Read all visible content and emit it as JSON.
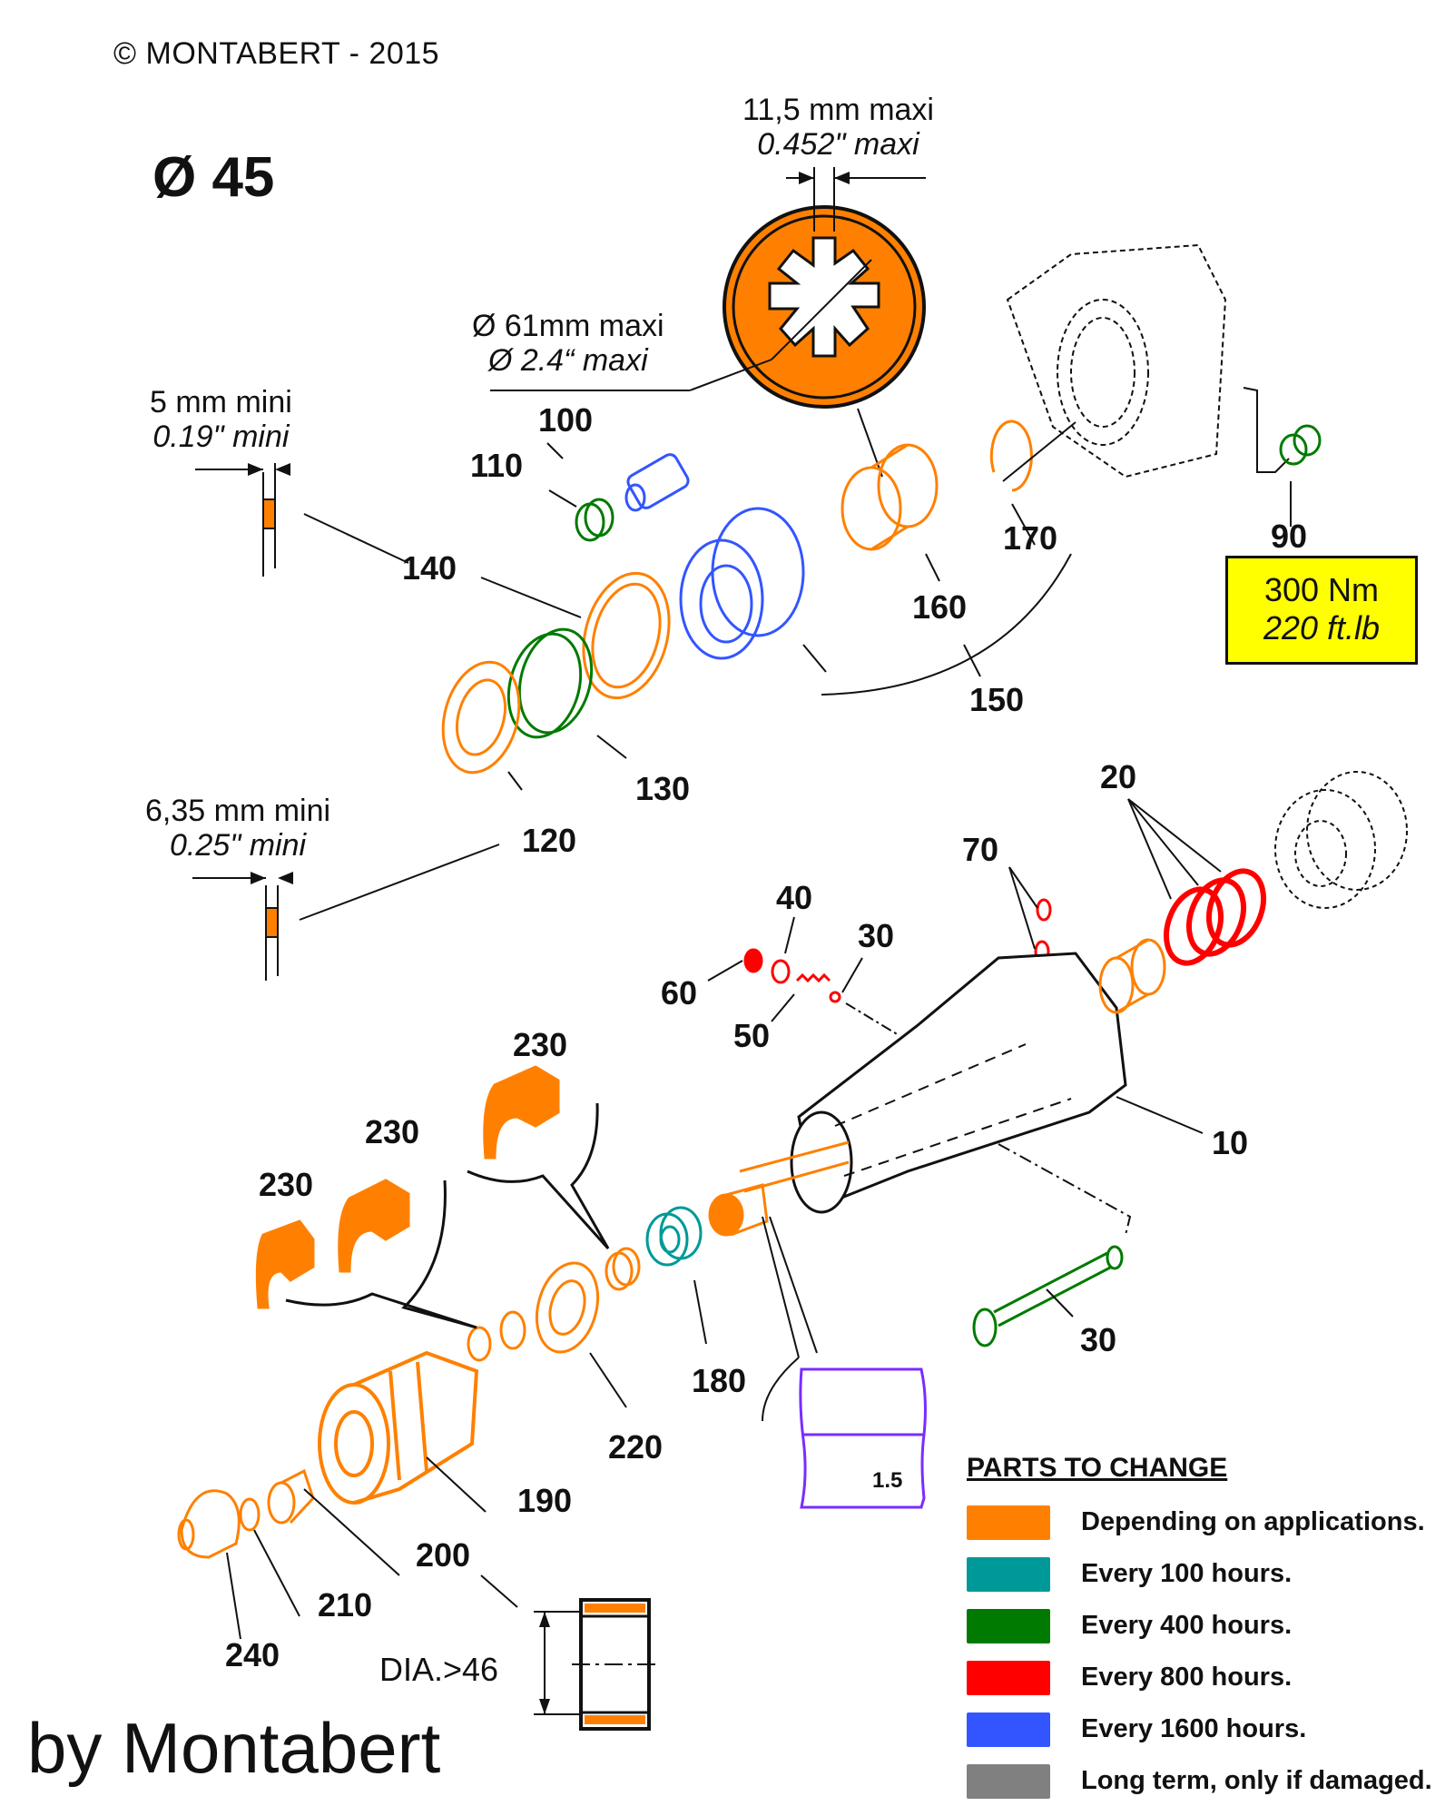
{
  "header": {
    "copyright": "© MONTABERT - 2015",
    "model": "Ø 45"
  },
  "dimensions": {
    "spline_width": {
      "metric": "11,5 mm maxi",
      "imperial": "0.452\" maxi"
    },
    "spline_diameter": {
      "metric": "Ø 61mm maxi",
      "imperial": "Ø 2.4“ maxi"
    },
    "washer_140": {
      "metric": "5 mm mini",
      "imperial": "0.19\" mini"
    },
    "washer_120": {
      "metric": "6,35 mm mini",
      "imperial": "0.25\" mini"
    },
    "bush_200": "DIA.>46",
    "gauge_value": "1.5"
  },
  "torque": {
    "part": "90",
    "metric": "300 Nm",
    "imperial": "220 ft.lb"
  },
  "part_numbers": {
    "p10": "10",
    "p20": "20",
    "p30a": "30",
    "p30b": "30",
    "p40": "40",
    "p50": "50",
    "p60": "60",
    "p70": "70",
    "p90": "90",
    "p100": "100",
    "p110": "110",
    "p120": "120",
    "p130": "130",
    "p140": "140",
    "p150": "150",
    "p160": "160",
    "p170": "170",
    "p180": "180",
    "p190": "190",
    "p200": "200",
    "p210": "210",
    "p220": "220",
    "p230a": "230",
    "p230b": "230",
    "p230c": "230",
    "p240": "240"
  },
  "legend": {
    "title": "PARTS TO CHANGE",
    "items": [
      {
        "label": "Depending on applications.",
        "color": "#ff8000"
      },
      {
        "label": "Every 100 hours.",
        "color": "#009999"
      },
      {
        "label": "Every 400 hours.",
        "color": "#007a00"
      },
      {
        "label": "Every 800 hours.",
        "color": "#ff0000"
      },
      {
        "label": "Every 1600 hours.",
        "color": "#3355ff"
      },
      {
        "label": "Long term, only if damaged.",
        "color": "#808080"
      }
    ]
  },
  "colors": {
    "orange": "#ff8000",
    "teal": "#009999",
    "green": "#007a00",
    "red": "#ff0000",
    "blue": "#3355ff",
    "purple": "#7a2cff",
    "torque_box": "#ffff00"
  },
  "footer": {
    "signature": "by Montabert"
  }
}
